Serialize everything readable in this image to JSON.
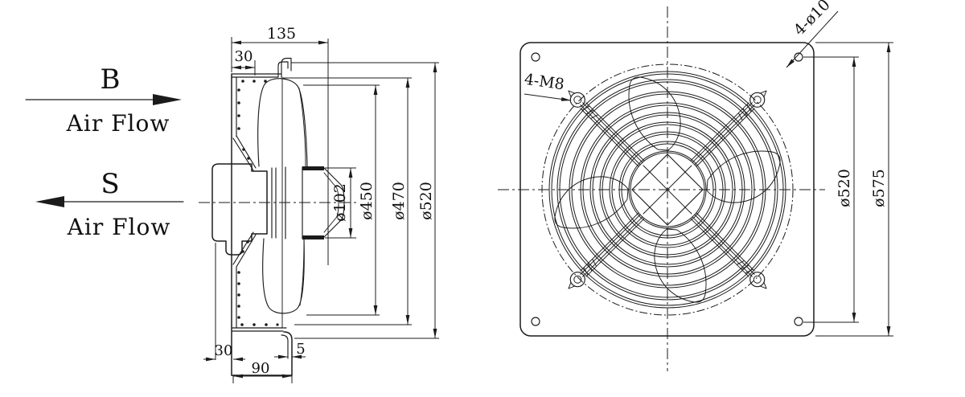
{
  "meta": {
    "drawing_type": "Axial plate-mounted fan dimensional drawing",
    "views": [
      "side section view",
      "front view"
    ]
  },
  "airflow": {
    "b": {
      "letter": "B",
      "caption": "Air Flow",
      "direction": "right"
    },
    "s": {
      "letter": "S",
      "caption": "Air Flow",
      "direction": "left"
    }
  },
  "side_view": {
    "dimensions": {
      "overall_depth": "135",
      "flange_offset_top": "30",
      "hub_diameter": "ø102",
      "impeller_diameter": "ø450",
      "inlet_diameter": "ø470",
      "housing_diameter": "ø520",
      "motor_protrusion": "30",
      "foot_width": "90",
      "lip_thickness": "5"
    }
  },
  "front_view": {
    "labels": {
      "guard_bolts": "4-M8",
      "corner_holes": "4-ø10"
    },
    "dimensions": {
      "hole_pitch_diameter": "ø520",
      "plate_size": "ø575"
    }
  },
  "colors": {
    "line": "#1b1b1b",
    "background": "#ffffff"
  }
}
